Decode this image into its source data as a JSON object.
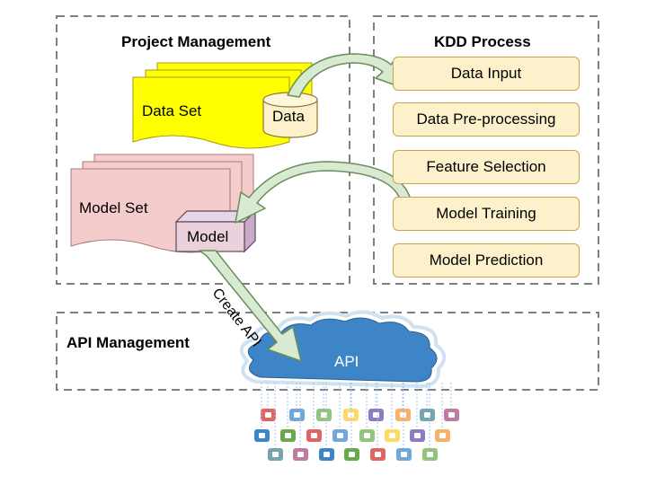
{
  "sections": {
    "project_management": "Project Management",
    "kdd_process": "KDD Process",
    "api_management": "API Management"
  },
  "data_set": {
    "label": "Data Set",
    "item": "Data"
  },
  "model_set": {
    "label": "Model Set",
    "item": "Model"
  },
  "kdd_steps": [
    "Data Input",
    "Data Pre-processing",
    "Feature Selection",
    "Model Training",
    "Model Prediction"
  ],
  "create_api_label": "Create API",
  "api_cloud_label": "API",
  "colors": {
    "dashed_border": "#7f7f7f",
    "data_set_fill": "#ffff00",
    "model_set_fill": "#f4cccc",
    "step_fill": "#fdf1cc",
    "step_border": "#c9a54a",
    "arrow_fill": "#d9ead3",
    "arrow_border": "#6a8e5a",
    "cloud_fill": "#3d85c6"
  }
}
